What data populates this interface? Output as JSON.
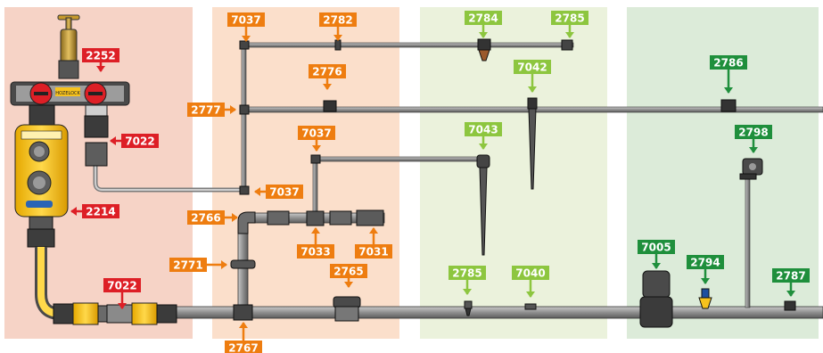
{
  "zones": [
    {
      "name": "zone-tap",
      "color": "#f6d3c6"
    },
    {
      "name": "zone-main",
      "color": "#fbdfcb"
    },
    {
      "name": "zone-drip",
      "color": "#ebf2dc"
    },
    {
      "name": "zone-sprinkler",
      "color": "#dcebd9"
    }
  ],
  "colors": {
    "red": "#dd1f26",
    "orange": "#ee7d10",
    "lightgreen": "#8dc63f",
    "darkgreen": "#1f8f3c",
    "pipe": "#9a9a9a",
    "pipe_dark": "#5b5b5b",
    "hozelock_yellow": "#f7c21d"
  },
  "labels": [
    {
      "id": "l2252",
      "text": "2252",
      "color": "red"
    },
    {
      "id": "l7022a",
      "text": "7022",
      "color": "red"
    },
    {
      "id": "l2214",
      "text": "2214",
      "color": "red"
    },
    {
      "id": "l7022b",
      "text": "7022",
      "color": "red"
    },
    {
      "id": "l7037a",
      "text": "7037",
      "color": "orange"
    },
    {
      "id": "l2782",
      "text": "2782",
      "color": "orange"
    },
    {
      "id": "l2776",
      "text": "2776",
      "color": "orange"
    },
    {
      "id": "l2777",
      "text": "2777",
      "color": "orange"
    },
    {
      "id": "l7037b",
      "text": "7037",
      "color": "orange"
    },
    {
      "id": "l7037c",
      "text": "7037",
      "color": "orange"
    },
    {
      "id": "l2766",
      "text": "2766",
      "color": "orange"
    },
    {
      "id": "l7033",
      "text": "7033",
      "color": "orange"
    },
    {
      "id": "l7031",
      "text": "7031",
      "color": "orange"
    },
    {
      "id": "l2771",
      "text": "2771",
      "color": "orange"
    },
    {
      "id": "l2765",
      "text": "2765",
      "color": "orange"
    },
    {
      "id": "l2767",
      "text": "2767",
      "color": "orange"
    },
    {
      "id": "l2784",
      "text": "2784",
      "color": "lightgreen"
    },
    {
      "id": "l2785a",
      "text": "2785",
      "color": "lightgreen"
    },
    {
      "id": "l7042",
      "text": "7042",
      "color": "lightgreen"
    },
    {
      "id": "l7043",
      "text": "7043",
      "color": "lightgreen"
    },
    {
      "id": "l2785b",
      "text": "2785",
      "color": "lightgreen"
    },
    {
      "id": "l7040",
      "text": "7040",
      "color": "lightgreen"
    },
    {
      "id": "l2786",
      "text": "2786",
      "color": "darkgreen"
    },
    {
      "id": "l2798",
      "text": "2798",
      "color": "darkgreen"
    },
    {
      "id": "l7005",
      "text": "7005",
      "color": "darkgreen"
    },
    {
      "id": "l2794",
      "text": "2794",
      "color": "darkgreen"
    },
    {
      "id": "l2787",
      "text": "2787",
      "color": "darkgreen"
    }
  ],
  "brand": {
    "logo_text": "HOZELOCK"
  }
}
